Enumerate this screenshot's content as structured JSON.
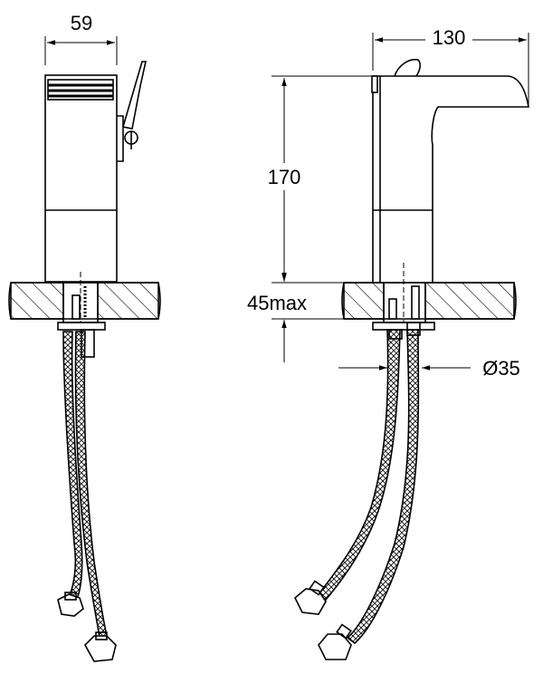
{
  "dimensions": {
    "width_front": "59",
    "depth_side": "130",
    "height_body": "170",
    "deck_thickness": "45max",
    "hole_diameter": "Ø35"
  },
  "colors": {
    "line": "#000000",
    "background": "#ffffff"
  }
}
